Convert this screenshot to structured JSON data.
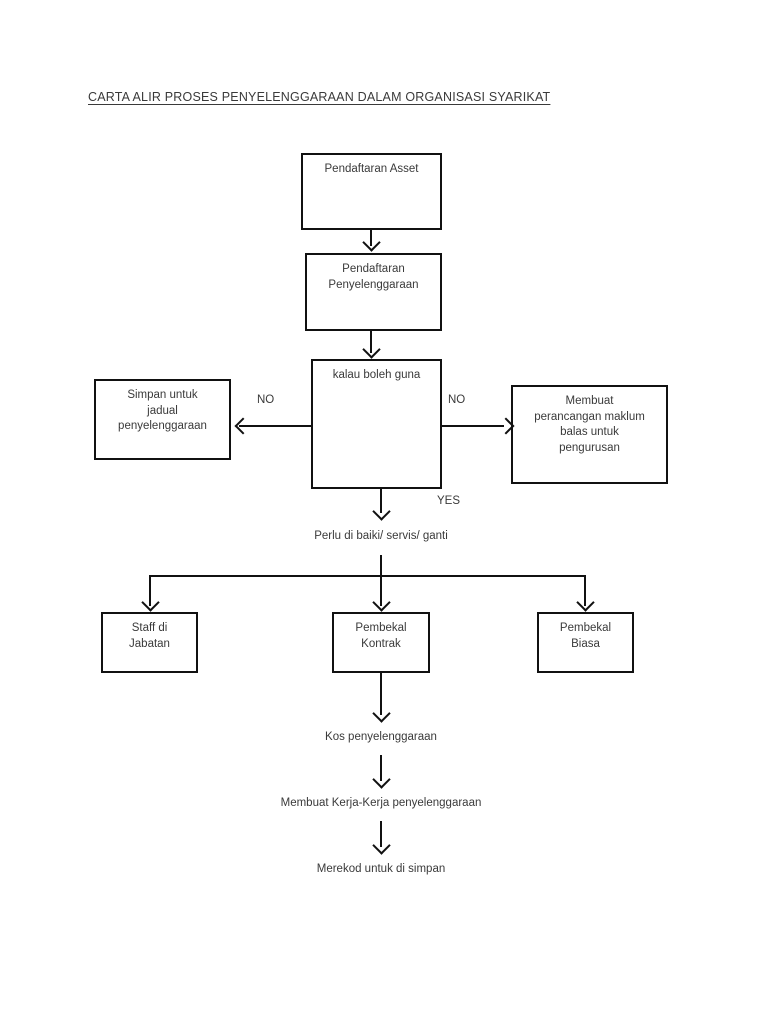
{
  "document": {
    "title": "CARTA ALIR PROSES PENYELENGGARAAN DALAM ORGANISASI SYARIKAT"
  },
  "chart_data": {
    "type": "diagram",
    "diagram_type": "flowchart",
    "title": "CARTA ALIR PROSES PENYELENGGARAAN DALAM ORGANISASI SYARIKAT",
    "orientation": "top-to-bottom",
    "nodes": [
      {
        "id": "n1",
        "label": "Pendaftaran Asset",
        "shape": "rectangle"
      },
      {
        "id": "n2",
        "label": "Pendaftaran\nPenyelenggaraan",
        "shape": "rectangle"
      },
      {
        "id": "n3",
        "label": "kalau boleh guna",
        "shape": "rectangle"
      },
      {
        "id": "n4",
        "label": "Simpan untuk\njadual\npenyelenggaraan",
        "shape": "rectangle"
      },
      {
        "id": "n5",
        "label": "Membuat\nperancangan maklum\nbalas untuk\npengurusan",
        "shape": "rectangle"
      },
      {
        "id": "n6",
        "label": "Perlu di baiki/ servis/ ganti",
        "shape": "text"
      },
      {
        "id": "n7",
        "label": "Staff di\nJabatan",
        "shape": "rectangle"
      },
      {
        "id": "n8",
        "label": "Pembekal\nKontrak",
        "shape": "rectangle"
      },
      {
        "id": "n9",
        "label": "Pembekal\nBiasa",
        "shape": "rectangle"
      },
      {
        "id": "n10",
        "label": "Kos penyelenggaraan",
        "shape": "text"
      },
      {
        "id": "n11",
        "label": "Membuat Kerja-Kerja penyelenggaraan",
        "shape": "text"
      },
      {
        "id": "n12",
        "label": "Merekod untuk di simpan",
        "shape": "text"
      }
    ],
    "edges": [
      {
        "from": "n1",
        "to": "n2",
        "label": ""
      },
      {
        "from": "n2",
        "to": "n3",
        "label": ""
      },
      {
        "from": "n3",
        "to": "n4",
        "label": "NO"
      },
      {
        "from": "n3",
        "to": "n5",
        "label": "NO"
      },
      {
        "from": "n3",
        "to": "n6",
        "label": "YES"
      },
      {
        "from": "n6",
        "to": "n7",
        "label": ""
      },
      {
        "from": "n6",
        "to": "n8",
        "label": ""
      },
      {
        "from": "n6",
        "to": "n9",
        "label": ""
      },
      {
        "from": "n8",
        "to": "n10",
        "label": ""
      },
      {
        "from": "n10",
        "to": "n11",
        "label": ""
      },
      {
        "from": "n11",
        "to": "n12",
        "label": ""
      }
    ],
    "edge_labels": {
      "left_no": "NO",
      "right_no": "NO",
      "down_yes": "YES"
    },
    "colors": {
      "stroke": "#111111",
      "text": "#3a3a3a",
      "background": "#ffffff"
    }
  },
  "nodes": {
    "n1": "Pendaftaran Asset",
    "n2": "Pendaftaran\nPenyelenggaraan",
    "n3": "kalau boleh guna",
    "n4": "Simpan untuk\njadual\npenyelenggaraan",
    "n5": "Membuat\nperancangan maklum\nbalas untuk\npengurusan",
    "n6": "Perlu di baiki/ servis/ ganti",
    "n7": "Staff di\nJabatan",
    "n8": "Pembekal\nKontrak",
    "n9": "Pembekal\nBiasa",
    "n10": "Kos penyelenggaraan",
    "n11": "Membuat Kerja-Kerja penyelenggaraan",
    "n12": "Merekod untuk di simpan"
  },
  "labels": {
    "no_left": "NO",
    "no_right": "NO",
    "yes": "YES"
  }
}
